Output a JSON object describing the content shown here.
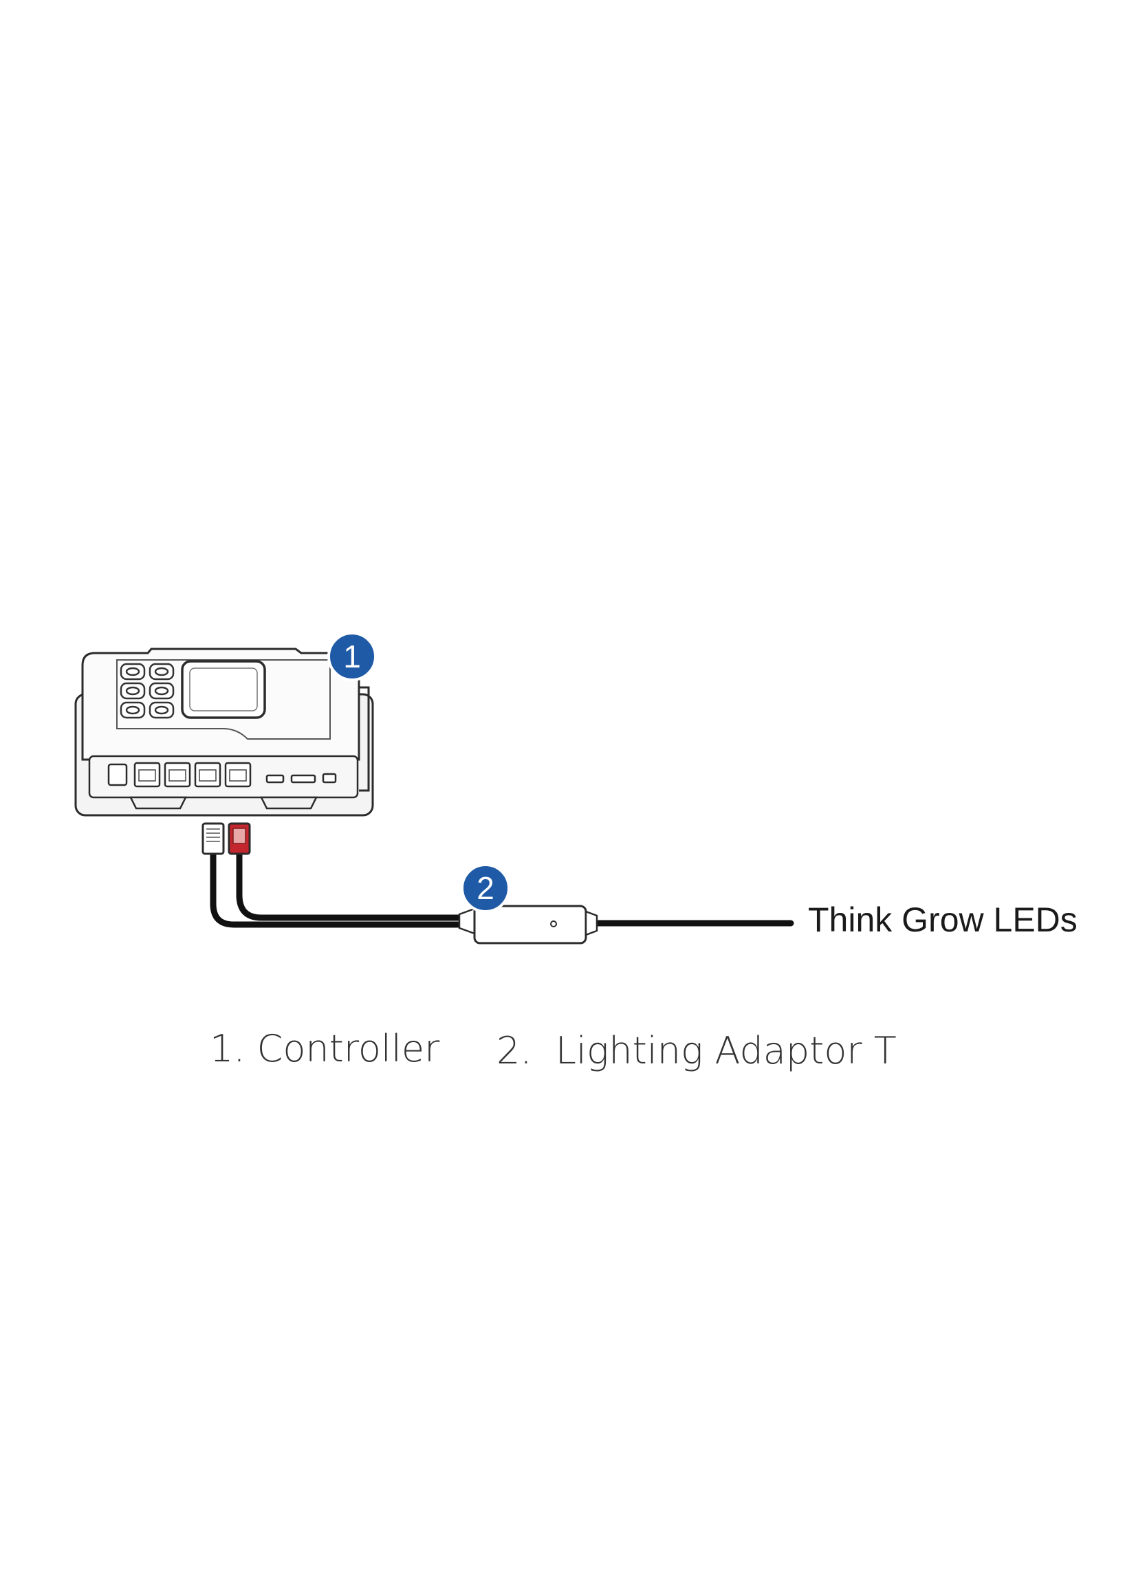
{
  "badges": {
    "controller_number": "1",
    "adaptor_number": "2",
    "color": "#1f5aa6"
  },
  "labels": {
    "leds": "Think Grow LEDs"
  },
  "captions": {
    "controller": "1. Controller",
    "adaptor": "2.  Lighting Adaptor T"
  },
  "colors": {
    "connector_red": "#c4262e",
    "cable": "#111111",
    "outline": "#2b2b2b"
  }
}
